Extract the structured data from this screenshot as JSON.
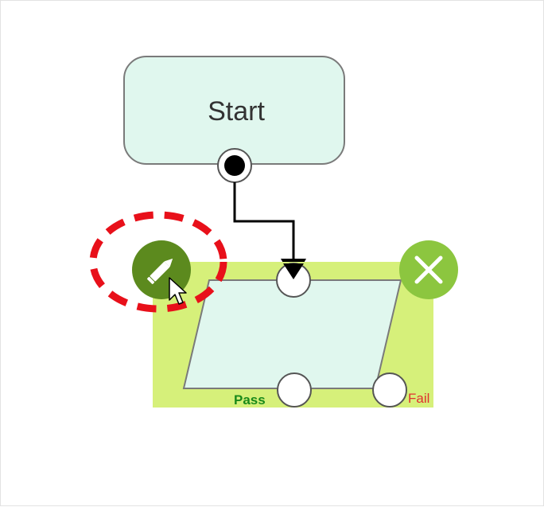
{
  "start_node": {
    "label": "Start"
  },
  "decision_node": {
    "outputs": {
      "pass": {
        "label": "Pass",
        "color": "#1a8a1a"
      },
      "fail": {
        "label": "Fail",
        "color": "#e03030"
      }
    }
  },
  "toolbar": {
    "edit_icon": "pencil-icon",
    "delete_icon": "close-icon",
    "edit_color": "#5c8a1e",
    "delete_color": "#8cc63f",
    "highlight_color": "#e8101a"
  },
  "colors": {
    "node_fill": "#e0f7ee",
    "selection_fill": "#d6f07a",
    "node_stroke": "#777777"
  }
}
